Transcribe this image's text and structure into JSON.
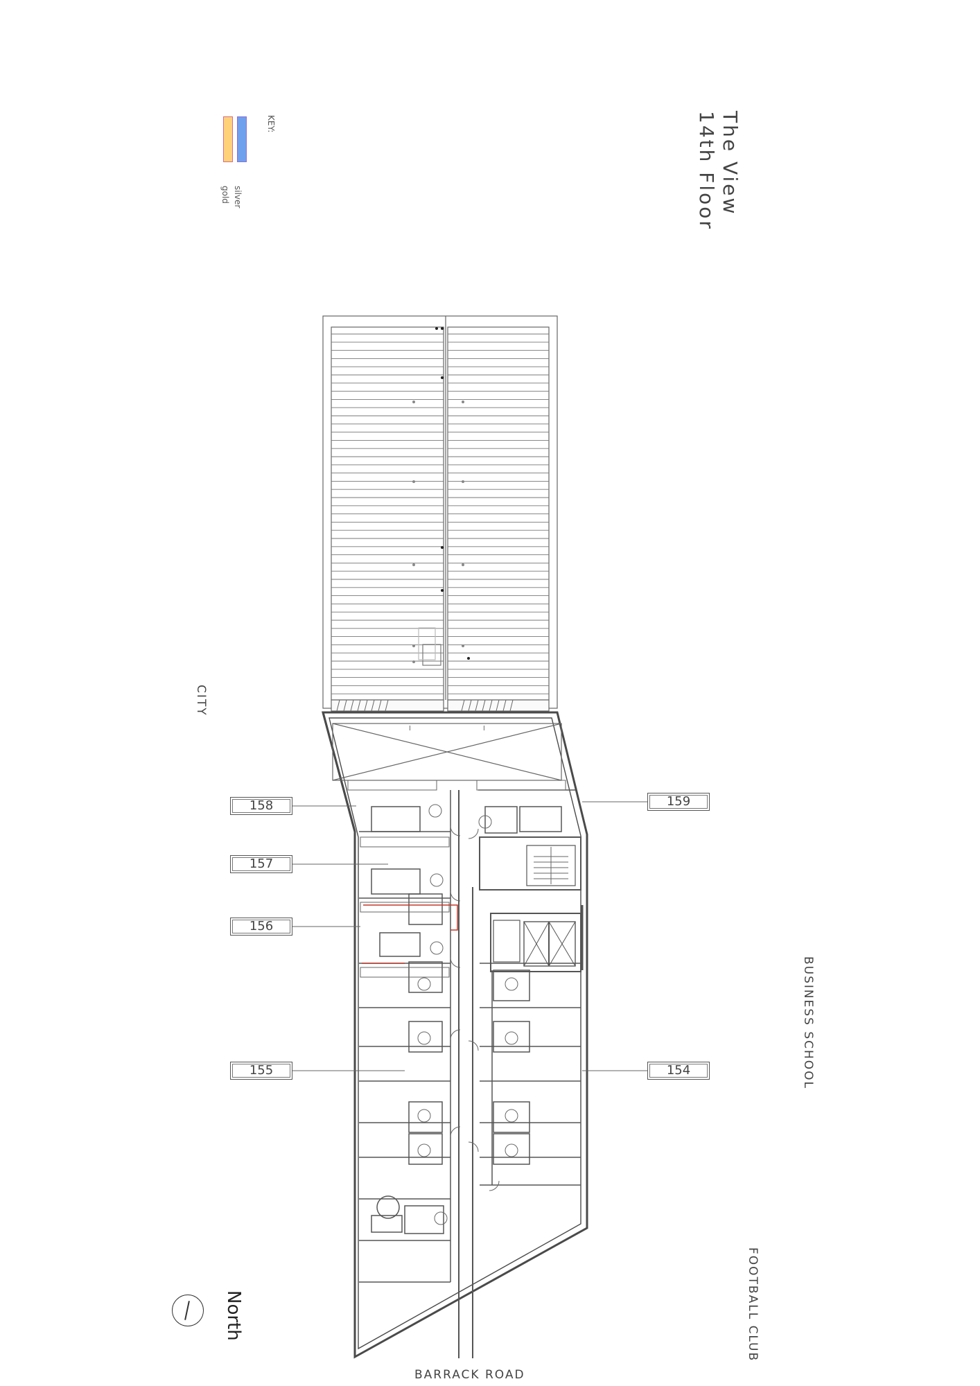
{
  "title": {
    "line1": "The View",
    "line2": "14th Floor"
  },
  "key": {
    "heading": "KEY:",
    "items": [
      {
        "label": "silver",
        "color": "#6fa0ee"
      },
      {
        "label": "gold",
        "color": "#ffd27a"
      }
    ]
  },
  "surroundings": {
    "west": "CITY",
    "east": "BUSINESS SCHOOL",
    "southeast": "FOOTBALL CLUB",
    "south": "BARRACK ROAD"
  },
  "north_arrow": {
    "label": "North"
  },
  "rooms": {
    "r158": "158",
    "r157": "157",
    "r156": "156",
    "r155": "155",
    "r159": "159",
    "r154": "154"
  },
  "colors": {
    "line": "#555555",
    "wall": "#4a4a4a",
    "accent_red": "#c0392b"
  }
}
